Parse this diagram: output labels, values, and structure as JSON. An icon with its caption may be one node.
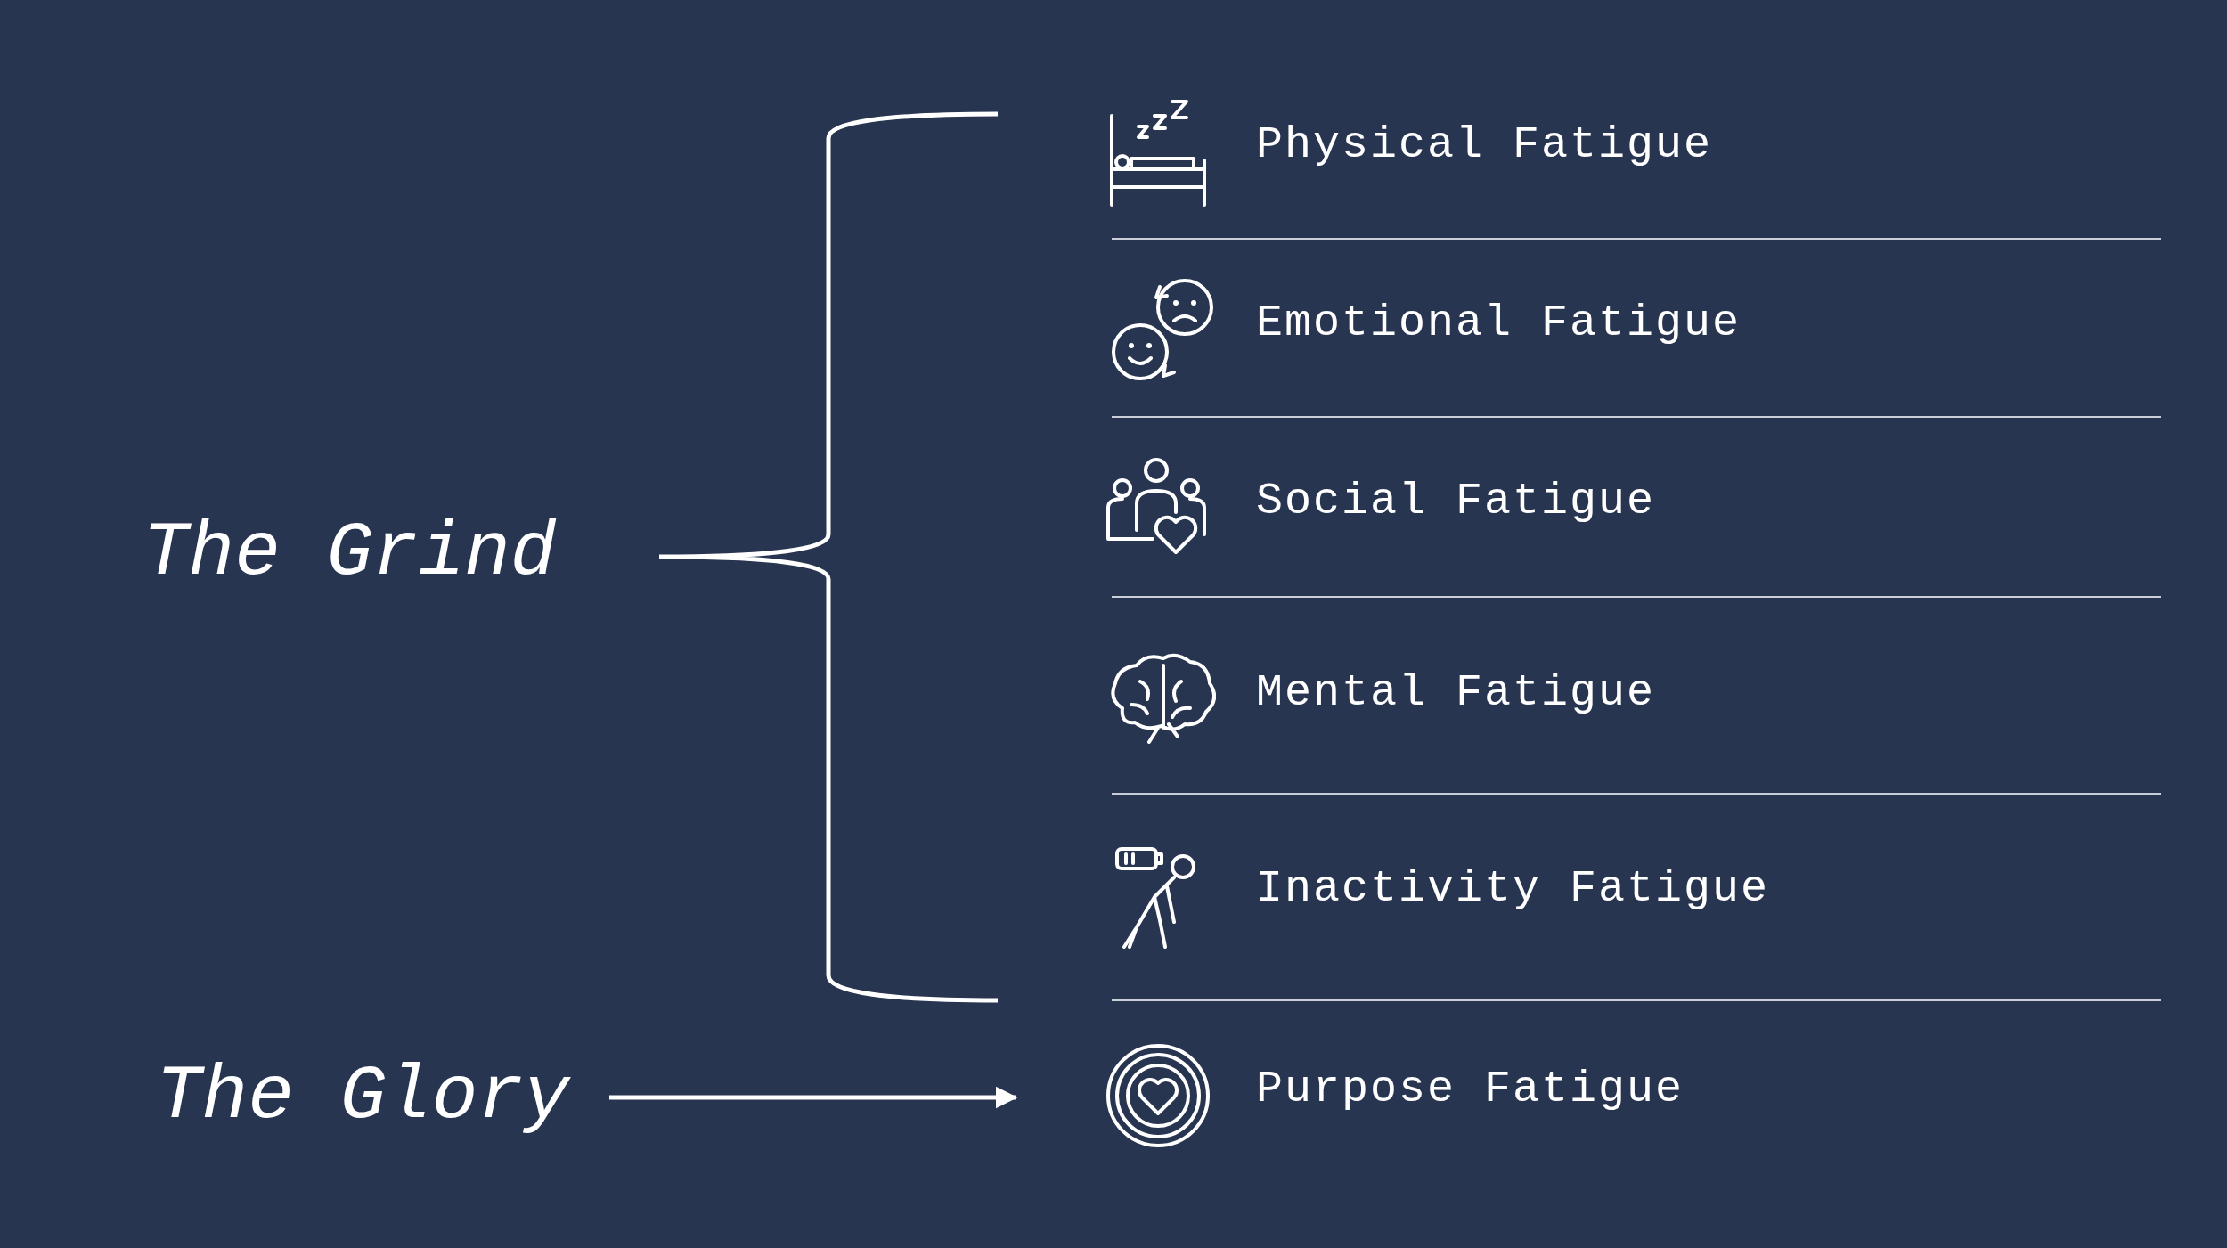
{
  "diagram": {
    "nodes": [
      {
        "text": [
          "The Grind"
        ]
      },
      {
        "text": [
          "Physical Fatigue"
        ]
      },
      {
        "text": [
          "Emotional Fatigue"
        ]
      },
      {
        "text": [
          "Social Fatigue"
        ]
      },
      {
        "text": [
          "Mental Fatigue"
        ]
      },
      {
        "text": [
          "Inactivity Fatigue"
        ]
      },
      {
        "text": [
          "The Glory"
        ]
      },
      {
        "text": [
          "Purpose Fatigue"
        ]
      }
    ],
    "edges": [
      {
        "from": 6,
        "to": 7,
        "arrow": "to"
      }
    ]
  }
}
